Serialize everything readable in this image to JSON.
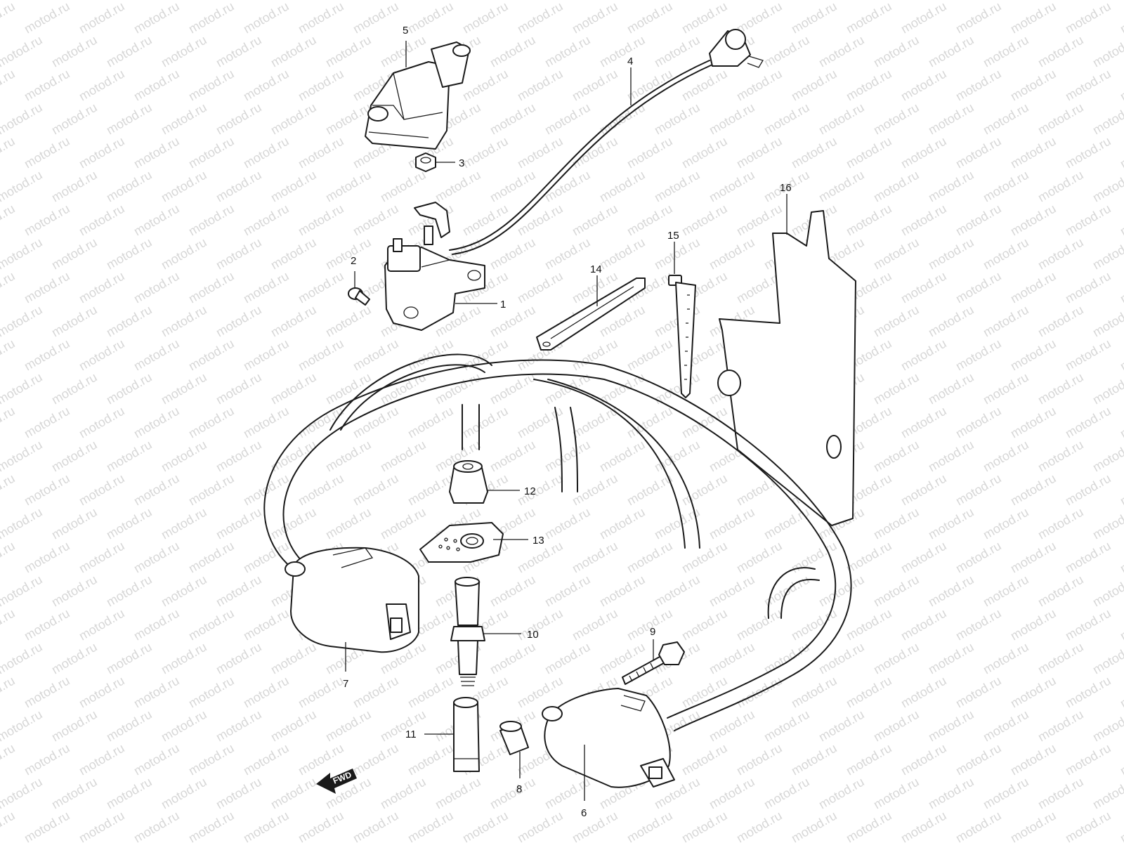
{
  "watermark": {
    "text": "motod.ru",
    "color": "#d7d7d7"
  },
  "direction_marker": {
    "label": "FWD",
    "icon": "forward-arrow-icon"
  },
  "callouts": [
    {
      "id": "1",
      "label": "1",
      "part": "starter-relay"
    },
    {
      "id": "2",
      "label": "2",
      "part": "screw"
    },
    {
      "id": "3",
      "label": "3",
      "part": "nut"
    },
    {
      "id": "4",
      "label": "4",
      "part": "lead-wire"
    },
    {
      "id": "5",
      "label": "5",
      "part": "relay-cover"
    },
    {
      "id": "6",
      "label": "6",
      "part": "ignition-coil-rear"
    },
    {
      "id": "7",
      "label": "7",
      "part": "ignition-coil-front"
    },
    {
      "id": "8",
      "label": "8",
      "part": "spacer"
    },
    {
      "id": "9",
      "label": "9",
      "part": "bolt"
    },
    {
      "id": "10",
      "label": "10",
      "part": "stud"
    },
    {
      "id": "11",
      "label": "11",
      "part": "sleeve-nut"
    },
    {
      "id": "12",
      "label": "12",
      "part": "cushion"
    },
    {
      "id": "13",
      "label": "13",
      "part": "plate"
    },
    {
      "id": "14",
      "label": "14",
      "part": "band"
    },
    {
      "id": "15",
      "label": "15",
      "part": "cable-clamp"
    },
    {
      "id": "16",
      "label": "16",
      "part": "cover-plate"
    }
  ]
}
